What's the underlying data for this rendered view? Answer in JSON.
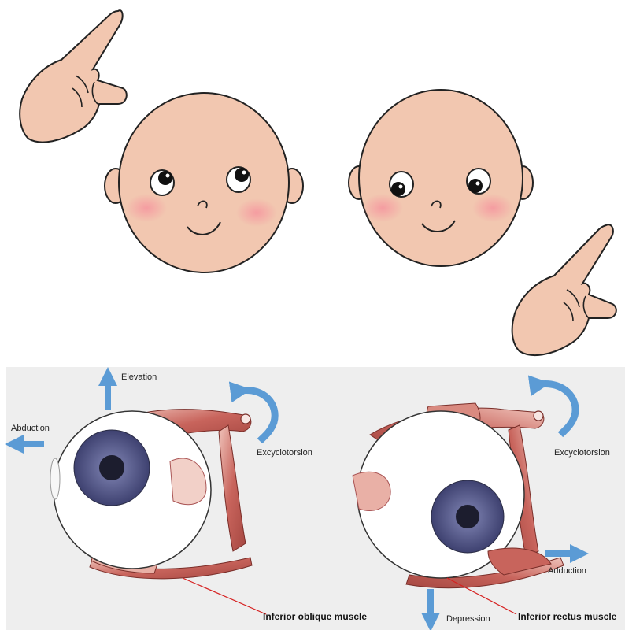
{
  "colors": {
    "skin": "#f2c7b0",
    "skin_outline": "#222222",
    "cheek": "#f6a3a6",
    "muscle": "#c8645c",
    "muscle_light": "#e9b0a6",
    "arrow": "#5b9bd5",
    "panel": "#eeeeee",
    "pointer_line": "#d62020",
    "iris": "#5a5f8c"
  },
  "top_illustration": {
    "left_face": {
      "gaze": "up-right"
    },
    "right_face": {
      "gaze": "down-left"
    },
    "left_hand": {
      "icon": "pointing-up-hand-icon"
    },
    "right_hand": {
      "icon": "pointing-up-hand-icon"
    }
  },
  "left_eye": {
    "labels": {
      "elevation": "Elevation",
      "abduction": "Abduction",
      "excyclotorsion": "Excyclotorsion",
      "muscle": "Inferior oblique muscle"
    }
  },
  "right_eye": {
    "labels": {
      "excyclotorsion": "Excyclotorsion",
      "adduction": "Adduction",
      "depression": "Depression",
      "muscle": "Inferior rectus muscle"
    }
  }
}
